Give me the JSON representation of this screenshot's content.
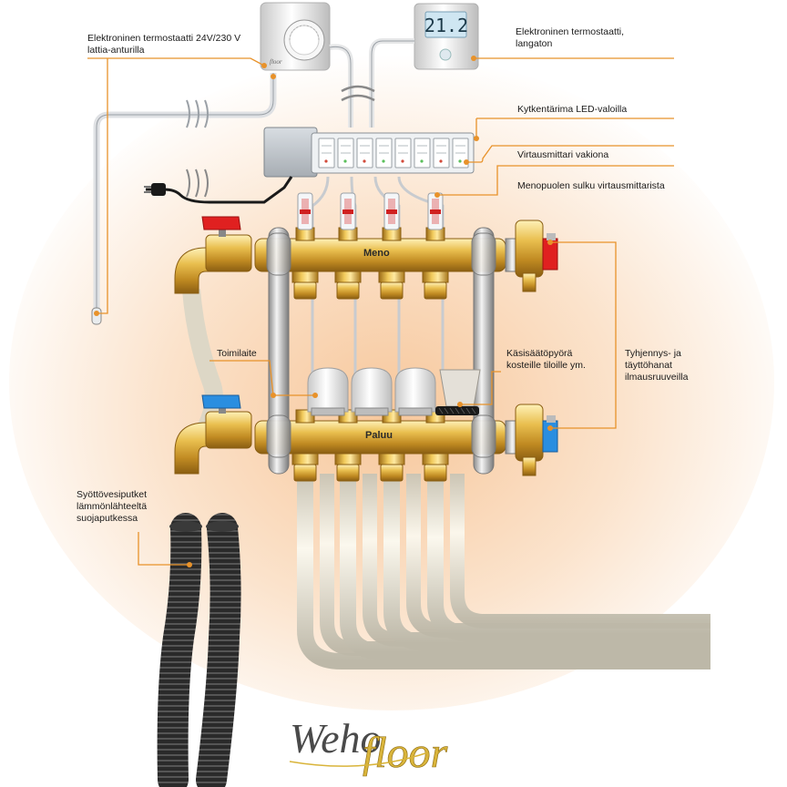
{
  "labels": {
    "thermostat_wired": [
      "Elektroninen termostaatti 24V/230 V",
      "lattia-anturilla"
    ],
    "thermostat_wireless": [
      "Elektroninen termostaatti,",
      "langaton"
    ],
    "wiring_center": "Kytkentärima LED-valoilla",
    "flow_meter": "Virtausmittari vakiona",
    "supply_shutoff": "Menopuolen sulku virtausmittarista",
    "actuator": "Toimilaite",
    "hand_wheel": [
      "Käsisäätöpyörä",
      "kosteille tiloille ym."
    ],
    "drain_fill": [
      "Tyhjennys- ja",
      "täyttöhanat",
      "ilmausruuveilla"
    ],
    "supply_pipes": [
      "Syöttövesiputket",
      "lämmönlähteeltä",
      "suojaputkessa"
    ]
  },
  "manifold": {
    "supply_label": "Meno",
    "return_label": "Paluu"
  },
  "display": {
    "value": "21.2"
  },
  "logo": {
    "part1": "Weho",
    "part2": "floor"
  },
  "colors": {
    "leader": "#e8922a",
    "brass": "#d8a83a",
    "valve_red": "#e02020",
    "valve_blue": "#2a8ee0"
  }
}
